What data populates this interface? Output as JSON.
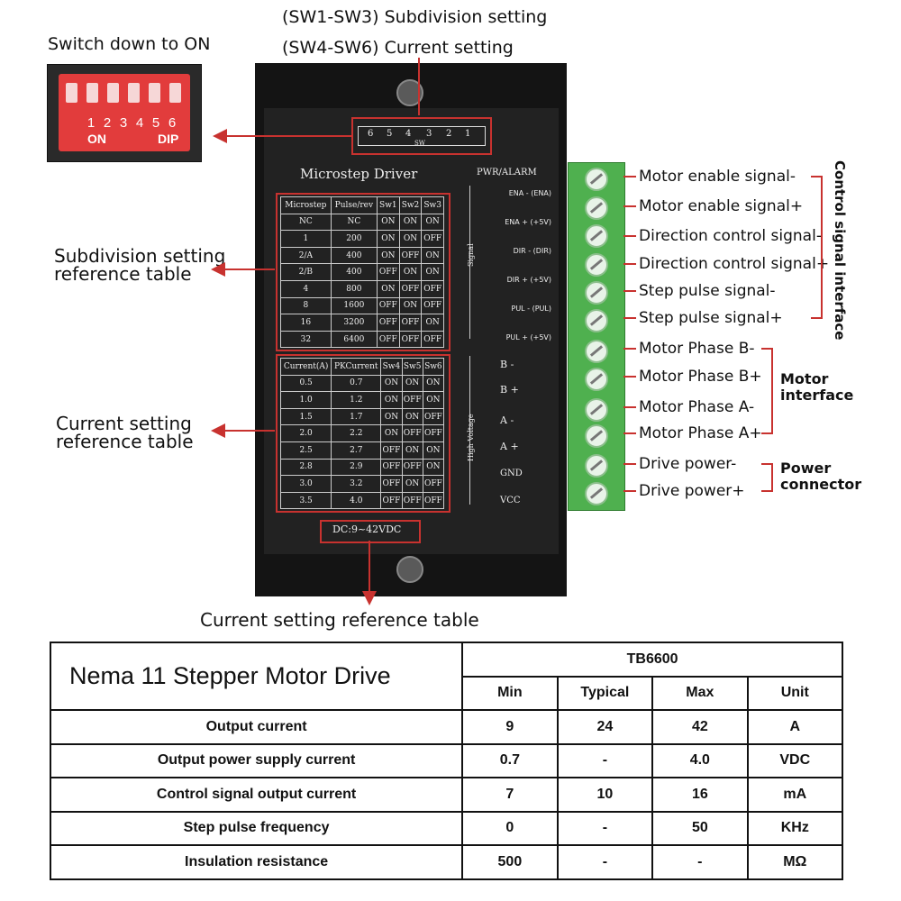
{
  "callouts": {
    "switch_down": "Switch down to ON",
    "sw13": "(SW1-SW3) Subdivision setting",
    "sw46": "(SW4-SW6) Current setting",
    "subdivision_ref": [
      "Subdivision setting",
      "reference table"
    ],
    "current_ref": [
      "Current setting",
      "reference table"
    ],
    "current_bottom": "Current setting reference table"
  },
  "dip": {
    "numbers": [
      "1",
      "2",
      "3",
      "4",
      "5",
      "6"
    ],
    "on_label": "ON",
    "dip_label": "DIP"
  },
  "driver": {
    "sw_numbers": [
      "6",
      "5",
      "4",
      "3",
      "2",
      "1"
    ],
    "sw_label": "SW",
    "title": "Microstep Driver",
    "pwr_alarm": "PWR/ALARM",
    "signal_vertical": "Signal",
    "high_voltage_vertical": "High Voltage",
    "dc_label": "DC:9~42VDC",
    "signal_labels": [
      "ENA - (ENA)",
      "ENA + (+5V)",
      "DIR - (DIR)",
      "DIR + (+5V)",
      "PUL - (PUL)",
      "PUL + (+5V)"
    ],
    "phase_labels": [
      "B -",
      "B +",
      "A -",
      "A +"
    ],
    "power_labels": [
      "GND",
      "VCC"
    ],
    "micro_table": {
      "headers": [
        "Microstep",
        "Pulse/rev",
        "Sw1",
        "Sw2",
        "Sw3"
      ],
      "rows": [
        [
          "NC",
          "NC",
          "ON",
          "ON",
          "ON"
        ],
        [
          "1",
          "200",
          "ON",
          "ON",
          "OFF"
        ],
        [
          "2/A",
          "400",
          "ON",
          "OFF",
          "ON"
        ],
        [
          "2/B",
          "400",
          "OFF",
          "ON",
          "ON"
        ],
        [
          "4",
          "800",
          "ON",
          "OFF",
          "OFF"
        ],
        [
          "8",
          "1600",
          "OFF",
          "ON",
          "OFF"
        ],
        [
          "16",
          "3200",
          "OFF",
          "OFF",
          "ON"
        ],
        [
          "32",
          "6400",
          "OFF",
          "OFF",
          "OFF"
        ]
      ]
    },
    "current_table": {
      "headers": [
        "Current(A)",
        "PKCurrent",
        "Sw4",
        "Sw5",
        "Sw6"
      ],
      "rows": [
        [
          "0.5",
          "0.7",
          "ON",
          "ON",
          "ON"
        ],
        [
          "1.0",
          "1.2",
          "ON",
          "OFF",
          "ON"
        ],
        [
          "1.5",
          "1.7",
          "ON",
          "ON",
          "OFF"
        ],
        [
          "2.0",
          "2.2",
          "ON",
          "OFF",
          "OFF"
        ],
        [
          "2.5",
          "2.7",
          "OFF",
          "ON",
          "ON"
        ],
        [
          "2.8",
          "2.9",
          "OFF",
          "OFF",
          "ON"
        ],
        [
          "3.0",
          "3.2",
          "OFF",
          "ON",
          "OFF"
        ],
        [
          "3.5",
          "4.0",
          "OFF",
          "OFF",
          "OFF"
        ]
      ]
    }
  },
  "terminal_labels": [
    "Motor enable signal-",
    "Motor enable signal+",
    "Direction control signal-",
    "Direction control signal+",
    "Step pulse signal-",
    "Step pulse signal+",
    "Motor Phase B-",
    "Motor Phase B+",
    "Motor Phase A-",
    "Motor Phase A+",
    "Drive power-",
    "Drive power+"
  ],
  "groups": {
    "control": "Control signal interface",
    "motor": [
      "Motor",
      "interface"
    ],
    "power": [
      "Power",
      "connector"
    ]
  },
  "spec": {
    "title": "Nema 11 Stepper Motor Drive",
    "model": "TB6600",
    "columns": [
      "Min",
      "Typical",
      "Max",
      "Unit"
    ],
    "rows": [
      [
        "Output current",
        "9",
        "24",
        "42",
        "A"
      ],
      [
        "Output power supply current",
        "0.7",
        "-",
        "4.0",
        "VDC"
      ],
      [
        "Control signal output current",
        "7",
        "10",
        "16",
        "mA"
      ],
      [
        "Step pulse frequency",
        "0",
        "-",
        "50",
        "KHz"
      ],
      [
        "Insulation resistance",
        "500",
        "-",
        "-",
        "MΩ"
      ]
    ]
  },
  "colors": {
    "accent_red": "#c8322f",
    "terminal_green": "#4fb04f",
    "driver_black": "#141414"
  }
}
